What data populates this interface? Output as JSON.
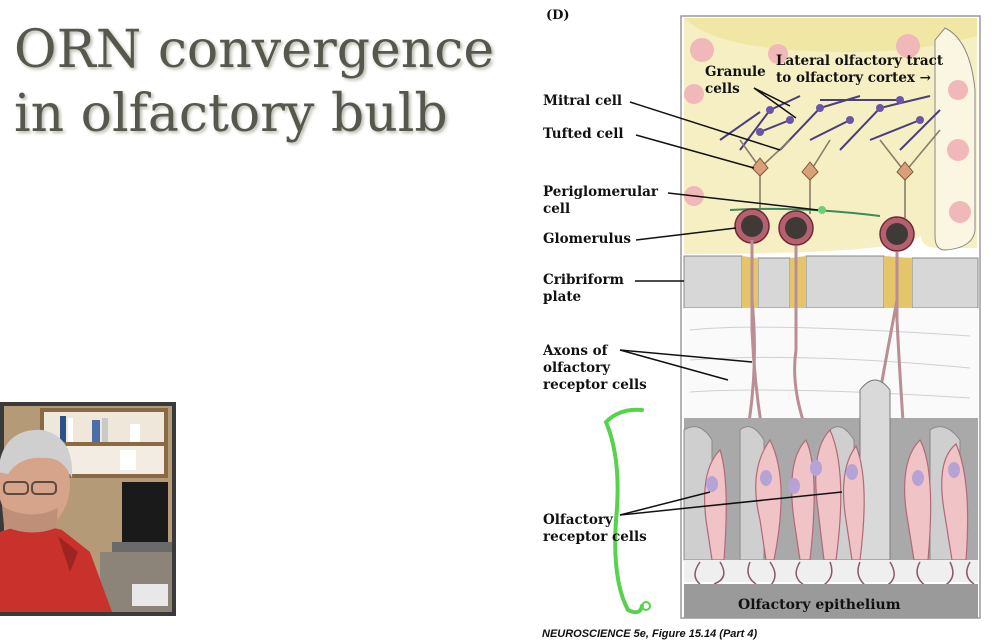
{
  "slide": {
    "title_line1": "ORN convergence",
    "title_line2": "in olfactory bulb"
  },
  "figure": {
    "panel_label": "(D)",
    "labels": {
      "granule_cells": "Granule\ncells",
      "lateral_olfactory_tract": "Lateral olfactory tract\nto olfactory cortex →",
      "mitral_cell": "Mitral cell",
      "tufted_cell": "Tufted cell",
      "periglomerular_cell": "Periglomerular\ncell",
      "glomerulus": "Glomerulus",
      "cribriform_plate": "Cribriform\nplate",
      "axons": "Axons of\nolfactory\nreceptor cells",
      "olfactory_receptor_cells": "Olfactory\nreceptor cells",
      "olfactory_epithelium": "Olfactory epithelium"
    },
    "caption": "NEUROSCIENCE 5e, Figure 15.14 (Part 4)",
    "colors": {
      "bulb_fill": "#f6efc4",
      "plate_fill": "#d7d7d7",
      "receptor_cell": "#f0c3c7",
      "nucleus": "#b6a3d6",
      "annotation_bracket": "#55d34a"
    }
  },
  "video": {
    "description_icon": "presenter-webcam"
  }
}
